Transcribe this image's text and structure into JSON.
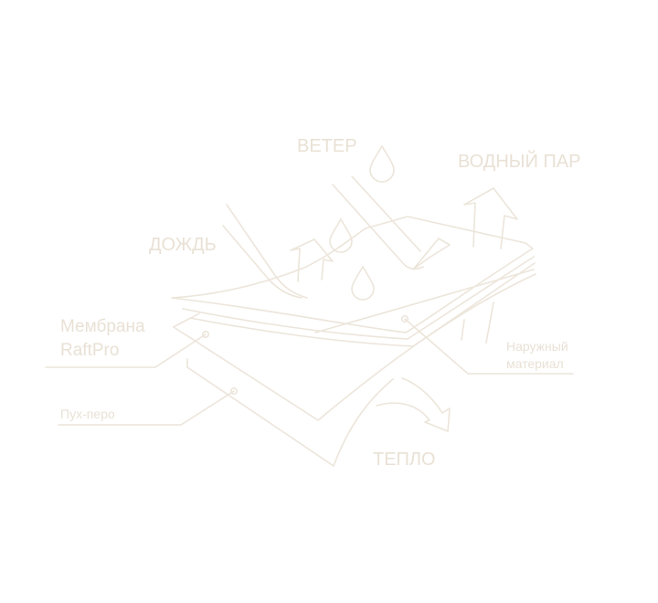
{
  "colors": {
    "line": "#ece5da",
    "text": "#e9e1d5"
  },
  "labels": {
    "wind": "ВЕТЕР",
    "vapor": "ВОДНЫЙ ПАР",
    "rain": "ДОЖДЬ",
    "membrane_line1": "Мембрана",
    "membrane_line2": "RaftPro",
    "outer_line1": "Наружный",
    "outer_line2": "материал",
    "down": "Пух-перо",
    "heat": "ТЕПЛО"
  },
  "icons": {
    "wind": "wind-streak-icon",
    "drops": "water-drop-icon",
    "vapor": "vapor-arrow-icon",
    "heat": "heat-arrow-icon"
  }
}
